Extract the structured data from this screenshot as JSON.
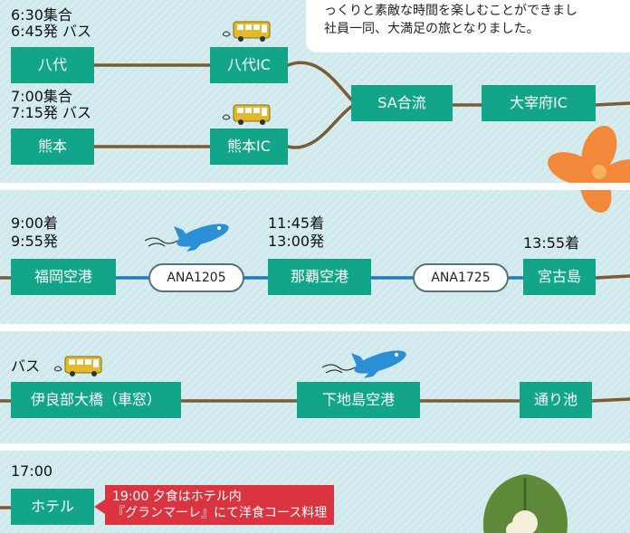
{
  "intro": {
    "line1": "っくりと素敵な時間を楽しむことができまし",
    "line2": "社員一同、大満足の旅となりました。"
  },
  "day1": {
    "yatsushiro_times": [
      "6:30集合",
      "6:45発 バス"
    ],
    "kumamoto_times": [
      "7:00集合",
      "7:15発 バス"
    ],
    "stations": [
      "八代",
      "八代IC",
      "熊本",
      "熊本IC",
      "SA合流",
      "大宰府IC"
    ]
  },
  "flights": {
    "fukuoka_times": [
      "9:00着",
      "9:55発"
    ],
    "naha_times": [
      "11:45着",
      "13:00発"
    ],
    "miyako_time": "13:55着",
    "stations": [
      "福岡空港",
      "那覇空港",
      "宮古島"
    ],
    "flight_numbers": [
      "ANA1205",
      "ANA1725"
    ]
  },
  "island": {
    "bus_label": "バス",
    "stations": [
      "伊良部大橋（車窓）",
      "下地島空港",
      "通り池"
    ]
  },
  "hotel": {
    "time": "17:00",
    "station": "ホテル",
    "note_line1": "19:00 夕食はホテル内",
    "note_line2": "『グランマーレ』にて洋食コース料理"
  },
  "colors": {
    "station": "#13a58a",
    "road": "#7b5b34",
    "flight_route": "#1f78c8",
    "note": "#d9343f",
    "background": "#cfe9ec"
  }
}
